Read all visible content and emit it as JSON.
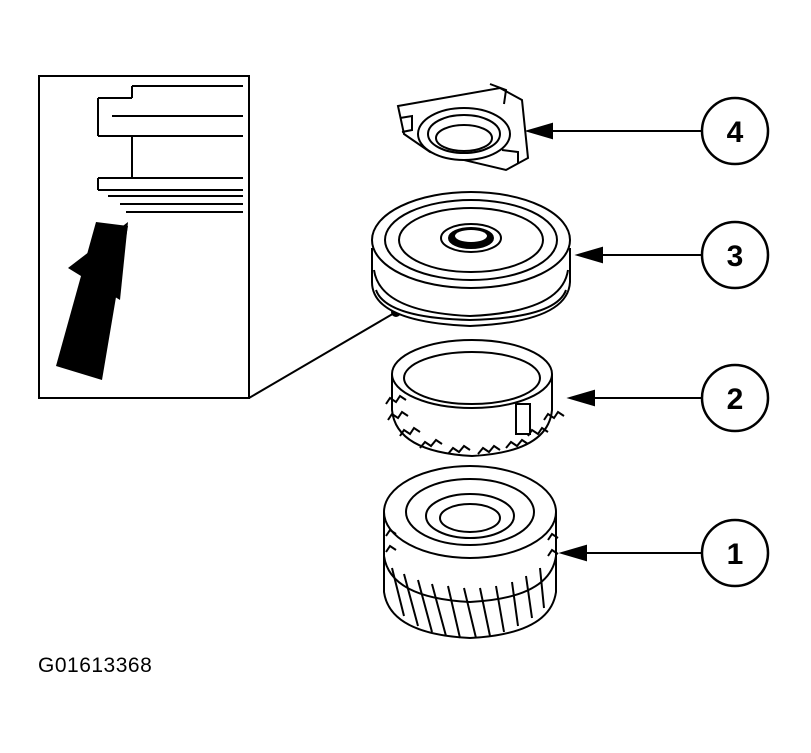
{
  "figure_code": "G01613368",
  "callouts": [
    {
      "id": "callout-1",
      "label": "1"
    },
    {
      "id": "callout-2",
      "label": "2"
    },
    {
      "id": "callout-3",
      "label": "3"
    },
    {
      "id": "callout-4",
      "label": "4"
    }
  ],
  "colors": {
    "ink": "#000000",
    "paper": "#ffffff"
  }
}
